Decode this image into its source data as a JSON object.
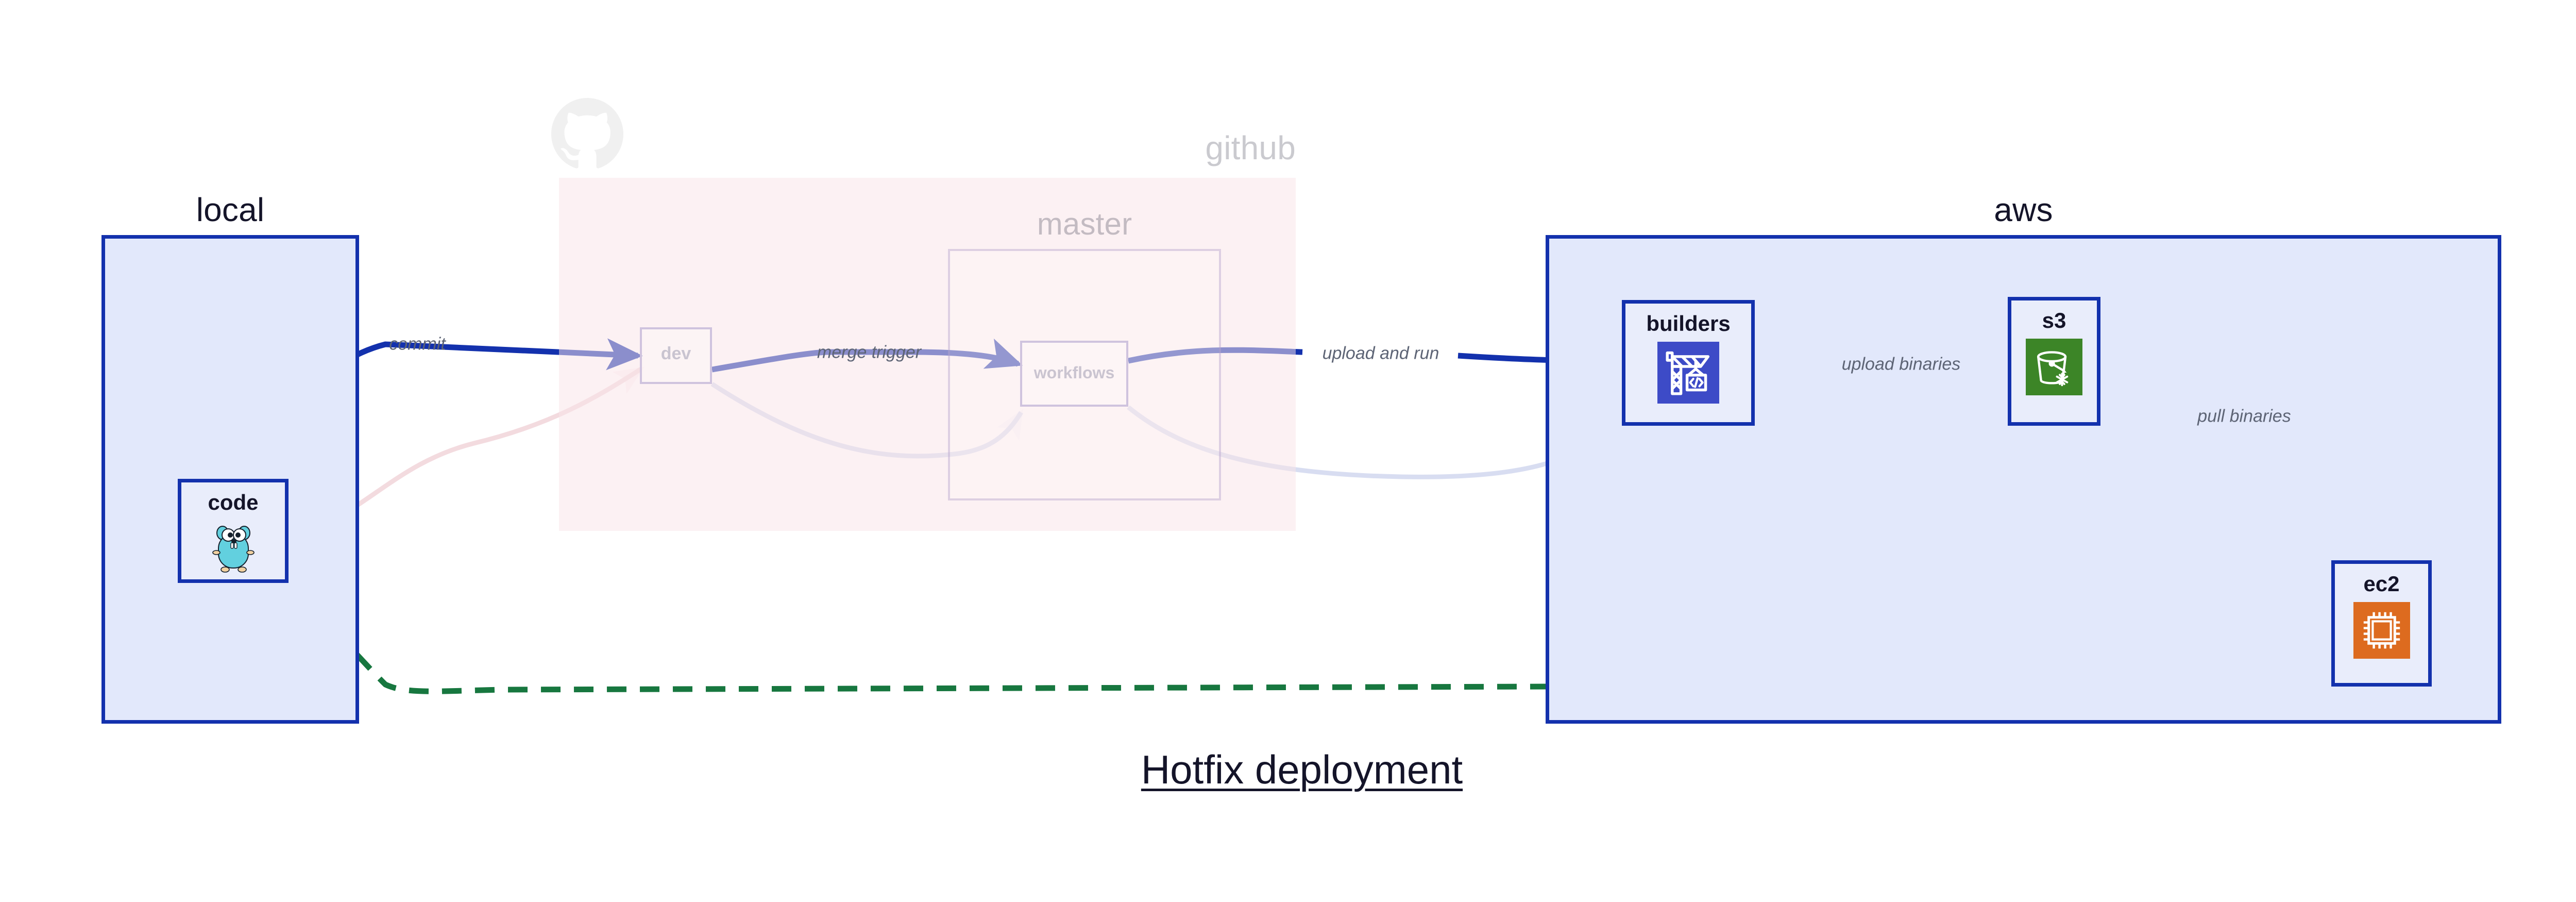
{
  "diagram": {
    "title": "Hotfix deployment",
    "colors": {
      "group_border": "#1331ad",
      "group_fill": "#e2e8fb",
      "github_fill": "#fae4e8",
      "node_fill": "#e9edfb",
      "edge_blue": "#1331ad",
      "edge_green": "#17773f",
      "text_dark": "#141429",
      "label_gray": "#5d6475",
      "builders_icon": "#3d4bc7",
      "s3_icon": "#3c8527",
      "ec2_icon": "#dd6b1f",
      "gopher_body": "#62d0df",
      "octocat_gray": "#e3e3e3"
    },
    "groups": [
      {
        "id": "local",
        "label": "local",
        "state": "active"
      },
      {
        "id": "github",
        "label": "github",
        "state": "faded"
      },
      {
        "id": "master",
        "label": "master",
        "state": "faded"
      },
      {
        "id": "aws",
        "label": "aws",
        "state": "active"
      }
    ],
    "nodes": [
      {
        "id": "code",
        "label": "code",
        "icon": "go-gopher-icon",
        "parent": "local",
        "state": "active"
      },
      {
        "id": "dev",
        "label": "dev",
        "icon": "none",
        "parent": "github",
        "state": "faded"
      },
      {
        "id": "workflows",
        "label": "workflows",
        "icon": "none",
        "parent": "master",
        "state": "faded"
      },
      {
        "id": "builders",
        "label": "builders",
        "icon": "aws-codebuild-icon",
        "parent": "aws",
        "state": "active"
      },
      {
        "id": "s3",
        "label": "s3",
        "icon": "aws-s3-glacier-icon",
        "parent": "aws",
        "state": "active"
      },
      {
        "id": "ec2",
        "label": "ec2",
        "icon": "aws-ec2-icon",
        "parent": "aws",
        "state": "active"
      }
    ],
    "edges": [
      {
        "id": "e-commit",
        "label": "commit",
        "from": "code",
        "to": "dev",
        "style": "solid-blue",
        "state": "active"
      },
      {
        "id": "e-merge",
        "label": "merge trigger",
        "from": "dev",
        "to": "workflows",
        "style": "solid-blue",
        "state": "active"
      },
      {
        "id": "e-upload",
        "label": "upload and run",
        "from": "workflows",
        "to": "builders",
        "style": "solid-blue",
        "state": "active"
      },
      {
        "id": "e-binaries",
        "label": "upload binaries",
        "from": "builders",
        "to": "s3",
        "style": "solid-blue",
        "state": "active"
      },
      {
        "id": "e-pull",
        "label": "pull binaries",
        "from": "s3",
        "to": "ec2",
        "style": "solid-blue",
        "state": "active"
      },
      {
        "id": "e-hotfix",
        "label": "",
        "from": "code",
        "to": "ec2",
        "style": "dashed-green",
        "state": "active"
      },
      {
        "id": "e-ghost-1",
        "label": "",
        "from": "code",
        "to": "dev",
        "style": "solid-faded",
        "state": "faded"
      },
      {
        "id": "e-ghost-2",
        "label": "",
        "from": "dev",
        "to": "workflows",
        "style": "solid-faded",
        "state": "faded"
      },
      {
        "id": "e-ghost-3",
        "label": "",
        "from": "workflows",
        "to": "builders",
        "style": "solid-faded",
        "state": "faded"
      }
    ],
    "octocat_logo": "github-octocat-icon"
  }
}
